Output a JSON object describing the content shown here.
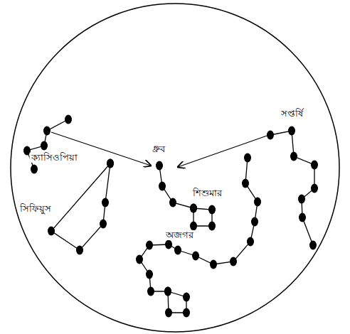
{
  "diagram": {
    "labels": [
      "সপ্তর্ষি",
      "ধ্রুব",
      "ক্যাসিওপিয়া",
      "শিশুমার",
      "সিফিয়ুস",
      "অজগর"
    ]
  }
}
